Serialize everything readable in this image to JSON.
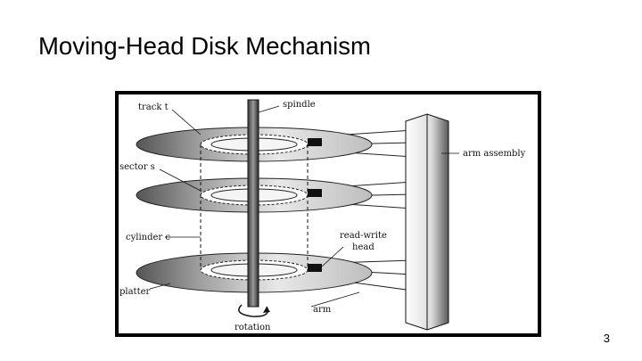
{
  "slide": {
    "title": "Moving-Head Disk Mechanism",
    "page_number": "3"
  },
  "diagram": {
    "labels": {
      "track": "track t",
      "spindle": "spindle",
      "arm_assembly": "arm assembly",
      "sector": "sector s",
      "cylinder": "cylinder c",
      "read_write_head_line1": "read-write",
      "read_write_head_line2": "head",
      "platter": "platter",
      "arm": "arm",
      "rotation": "rotation"
    },
    "colors": {
      "frame": "#000000",
      "figure_background": "#ffffff",
      "platter_dark": "#6e6e6e",
      "platter_light": "#f2f2f2"
    }
  }
}
